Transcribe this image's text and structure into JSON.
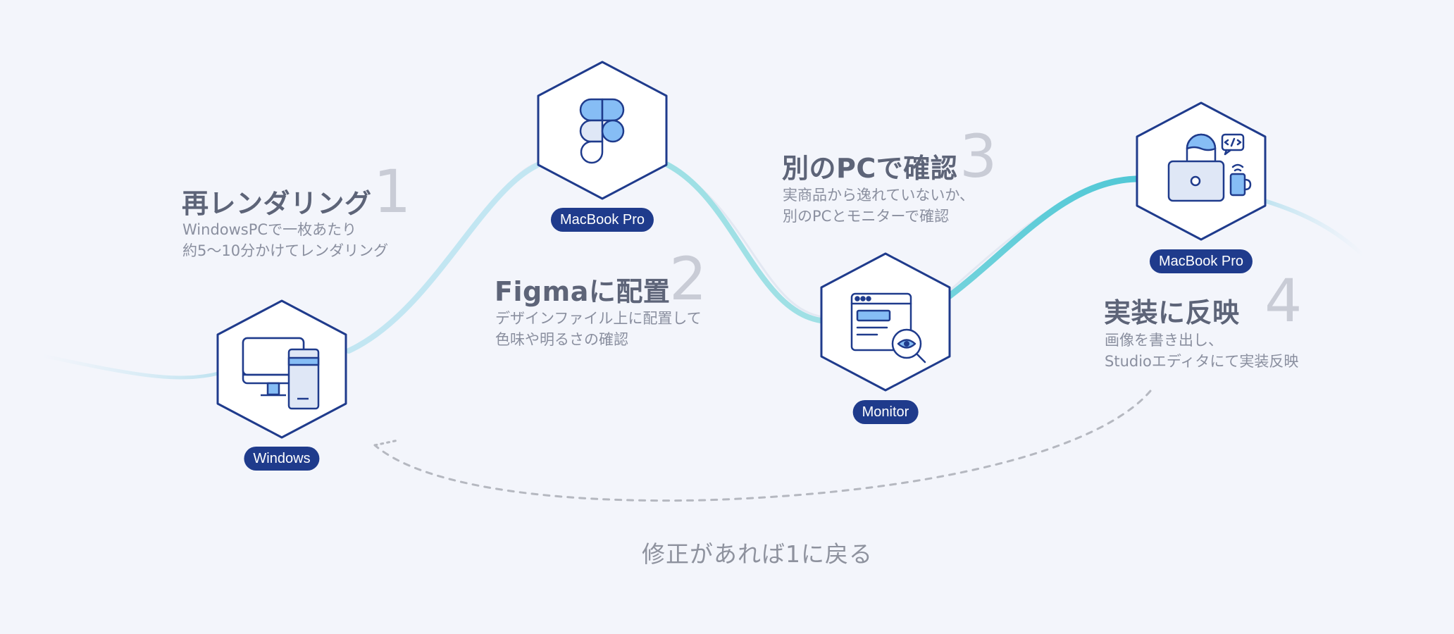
{
  "colors": {
    "background": "#f3f5fb",
    "hex_stroke": "#1f3b8c",
    "pill": "#1f3b8c",
    "wave_light": "#bfe3f0",
    "wave_teal": "#5ccdd8",
    "dash": "#b5b8c0",
    "icon_blue": "#86bdf5",
    "icon_pale": "#dfe7f6"
  },
  "steps": [
    {
      "number": "1",
      "title": "再レンダリング",
      "desc": [
        "WindowsPCで一枚あたり",
        "約5〜10分かけてレンダリング"
      ],
      "device": "Windows",
      "icon": "desktop-pc-icon"
    },
    {
      "number": "2",
      "title": "Figmaに配置",
      "desc": [
        "デザインファイル上に配置して",
        "色味や明るさの確認"
      ],
      "device": "MacBook Pro",
      "icon": "figma-logo-icon"
    },
    {
      "number": "3",
      "title": "別のPCで確認",
      "desc": [
        "実商品から逸れていないか、",
        "別のPCとモニターで確認"
      ],
      "device": "Monitor",
      "icon": "browser-inspect-icon"
    },
    {
      "number": "4",
      "title": "実装に反映",
      "desc": [
        "画像を書き出し、",
        "Studioエディタにて実装反映"
      ],
      "device": "MacBook Pro",
      "icon": "developer-laptop-icon"
    }
  ],
  "loop_note": "修正があれば1に戻る"
}
